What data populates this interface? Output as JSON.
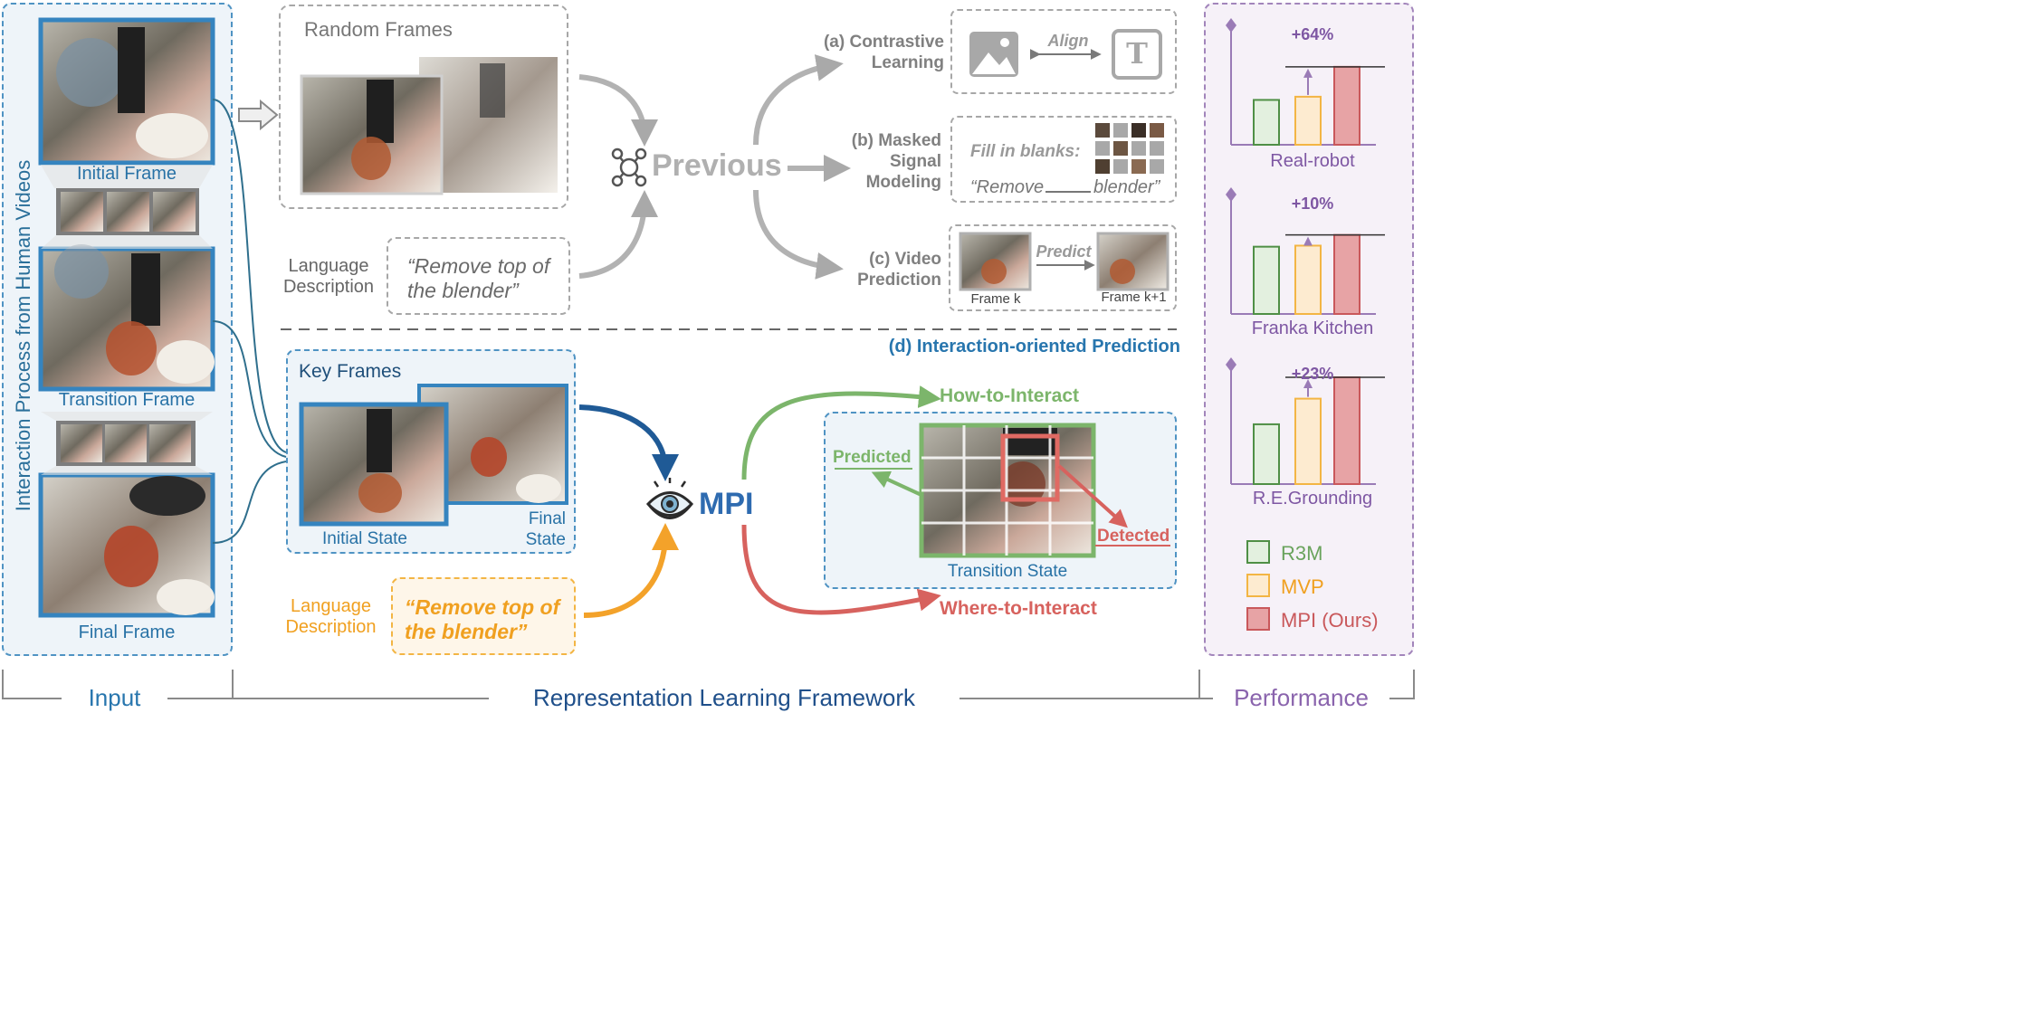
{
  "input": {
    "vertical_title": "Interaction Process from Human Videos",
    "initial_frame": "Initial Frame",
    "transition_frame": "Transition Frame",
    "final_frame": "Final Frame"
  },
  "previous": {
    "random_frames": "Random Frames",
    "language_label_1": "Language",
    "language_label_2": "Description",
    "quote_1": "“Remove top of",
    "quote_2": "the blender”",
    "center_label": "Previous",
    "a_label_1": "(a) Contrastive",
    "a_label_2": "Learning",
    "align": "Align",
    "text_icon_letter": "T",
    "b_label_1": "(b) Masked",
    "b_label_2": "Signal",
    "b_label_3": "Modeling",
    "fill_blanks": "Fill in blanks:",
    "remove_blender_1": "“Remove",
    "remove_blender_2": "blender”",
    "c_label_1": "(c) Video",
    "c_label_2": "Prediction",
    "predict": "Predict",
    "frame_k": "Frame k",
    "frame_k1": "Frame k+1"
  },
  "mpi": {
    "d_label": "(d) Interaction-oriented Prediction",
    "key_frames": "Key Frames",
    "initial_state": "Initial State",
    "final_state_1": "Final",
    "final_state_2": "State",
    "language_label_1": "Language",
    "language_label_2": "Description",
    "quote_1": "“Remove top of",
    "quote_2": "the blender”",
    "center_label": "MPI",
    "how_to_interact": "How-to-Interact",
    "where_to_interact": "Where-to-Interact",
    "predicted": "Predicted",
    "detected": "Detected",
    "transition_state": "Transition State"
  },
  "performance": {
    "colors": {
      "r3m": "#e3f0df",
      "mvp": "#fdebd0",
      "mpi": "#e7a3a5"
    },
    "charts": [
      {
        "label": "Real-robot",
        "gain": "+64%",
        "values": {
          "R3M": 0.42,
          "MVP": 0.45,
          "MPI": 0.73
        }
      },
      {
        "label": "Franka Kitchen",
        "gain": "+10%",
        "values": {
          "R3M": 0.63,
          "MVP": 0.64,
          "MPI": 0.74
        }
      },
      {
        "label": "R.E.Grounding",
        "gain": "+23%",
        "values": {
          "R3M": 0.56,
          "MVP": 0.8,
          "MPI": 1.0
        }
      }
    ],
    "legend": [
      "R3M",
      "MVP",
      "MPI (Ours)"
    ]
  },
  "bottom": {
    "input": "Input",
    "framework": "Representation Learning Framework",
    "performance": "Performance"
  }
}
